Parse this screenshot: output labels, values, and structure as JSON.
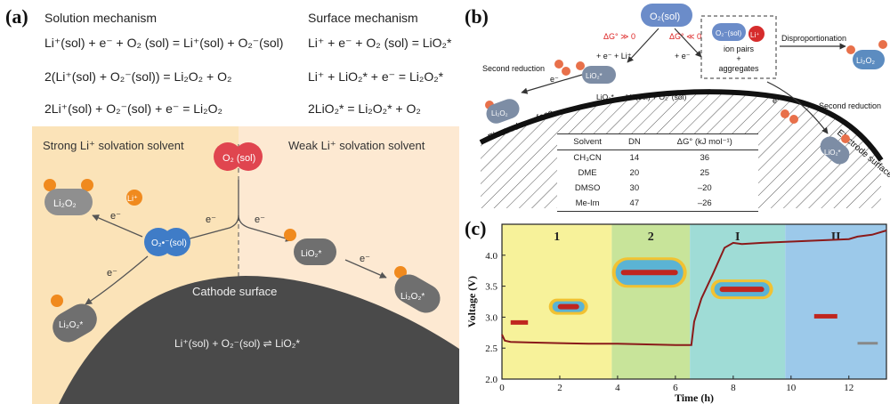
{
  "panel_a": {
    "label": "(a)",
    "solution_header": "Solution mechanism",
    "surface_header": "Surface mechanism",
    "solution_eqs": [
      "Li⁺(sol) + e⁻ + O₂ (sol) = Li⁺(sol) + O₂⁻(sol)",
      "2(Li⁺(sol) + O₂⁻(sol)) = Li₂O₂ + O₂",
      "2Li⁺(sol) + O₂⁻(sol) + e⁻ = Li₂O₂"
    ],
    "surface_eqs": [
      "Li⁺ + e⁻ + O₂ (sol) = LiO₂*",
      "Li⁺ + LiO₂* + e⁻ = Li₂O₂*",
      "2LiO₂* = Li₂O₂* + O₂"
    ],
    "strong_label": "Strong Li⁺ solvation solvent",
    "weak_label": "Weak Li⁺ solvation solvent",
    "o2_label": "O₂ (sol)",
    "li_label": "Li⁺",
    "li2o2_label": "Li₂O₂",
    "o2minus_label": "O₂•⁻(sol)",
    "lio2_label": "LiO₂*",
    "li2o2star_label": "Li₂O₂*",
    "electron": "e⁻",
    "cathode_label": "Cathode surface",
    "eq_bottom": "Li⁺(sol) + O₂⁻(sol) ⇌ LiO₂*",
    "colors": {
      "strong_bg": "#fbe3b8",
      "weak_bg": "#fde9d2",
      "cathode": "#4a4a4a",
      "o2": "#e0454f",
      "orange": "#f08a1e",
      "blue": "#3f7cc7"
    }
  },
  "panel_b": {
    "label": "(b)",
    "o2_label": "O₂(sol)",
    "dg_pos": "ΔG° ≫ 0",
    "dg_neg": "ΔG° ≪ 0",
    "step_left": "+ e⁻ + Li⁺",
    "step_right": "+ e⁻",
    "box_lines": [
      "ion pairs",
      "+",
      "aggregates"
    ],
    "box_mol": "O₂⁻(sol)",
    "li_label": "Li⁺",
    "disproportionation": "Disproportionation",
    "second_reduction_left": "Second reduction",
    "second_reduction_right": "Second reduction",
    "electrode_left": "Electrode surface",
    "electrode_right": "Electrode surface",
    "lio2": "LiO₂*",
    "li2o2": "Li₂O₂",
    "electron": "e⁻",
    "equilibrium": "LiO₂* → Li⁺(sol) + O₂⁻(sol)",
    "table": {
      "headers": [
        "Solvent",
        "DN",
        "ΔG° (kJ mol⁻¹)"
      ],
      "rows": [
        [
          "CH₃CN",
          "14",
          "36"
        ],
        [
          "DME",
          "20",
          "25"
        ],
        [
          "DMSO",
          "30",
          "–20"
        ],
        [
          "Me-Im",
          "47",
          "–26"
        ]
      ]
    }
  },
  "panel_c": {
    "label": "(c)",
    "regions": [
      {
        "label": "1",
        "from": 0,
        "to": 3.8,
        "color": "#f7f29a"
      },
      {
        "label": "2",
        "from": 3.8,
        "to": 6.5,
        "color": "#c8e49a"
      },
      {
        "label": "I",
        "from": 6.5,
        "to": 9.8,
        "color": "#9fdcd6"
      },
      {
        "label": "II",
        "from": 9.8,
        "to": 13.3,
        "color": "#9cc9ea"
      }
    ],
    "chart_data": {
      "type": "line",
      "xlabel": "Time (h)",
      "ylabel": "Voltage (V)",
      "xlim": [
        0,
        13.3
      ],
      "ylim": [
        2.0,
        4.5
      ],
      "xticks": [
        0,
        2,
        4,
        6,
        8,
        10,
        12
      ],
      "yticks": [
        2.0,
        2.5,
        3.0,
        3.5,
        4.0
      ],
      "series": [
        {
          "x": [
            0,
            0.1,
            0.3,
            1,
            2,
            3,
            4,
            5,
            6,
            6.55,
            6.65,
            6.9,
            7.3,
            7.7,
            8.0,
            8.3,
            9,
            10,
            11,
            12,
            12.3,
            12.8,
            13.3
          ],
          "y": [
            2.72,
            2.62,
            2.6,
            2.59,
            2.58,
            2.57,
            2.57,
            2.56,
            2.55,
            2.55,
            2.93,
            3.3,
            3.7,
            4.12,
            4.2,
            4.18,
            4.2,
            4.22,
            4.24,
            4.26,
            4.3,
            4.33,
            4.4
          ]
        }
      ]
    }
  }
}
